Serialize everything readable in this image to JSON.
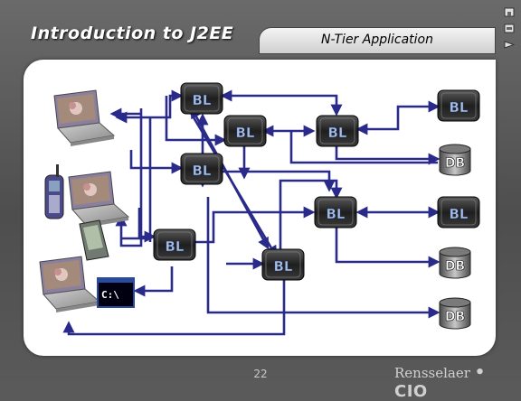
{
  "header": {
    "title": "Introduction to J2EE",
    "subtitle": "N-Tier Application"
  },
  "nodes": {
    "bl_label": "BL",
    "db_label": "DB",
    "console_label": "C:\\"
  },
  "footer": {
    "page_number": "22",
    "brand_name": "Rensselaer",
    "brand_suffix": "CIO"
  },
  "colors": {
    "connector": "#2a2a8a",
    "panel": "#ffffff",
    "frame": "#555555"
  },
  "icons": [
    "laptop-icon",
    "phone-icon",
    "pda-icon",
    "console-icon",
    "server-icon",
    "database-icon",
    "home-icon",
    "back-icon",
    "forward-icon"
  ]
}
